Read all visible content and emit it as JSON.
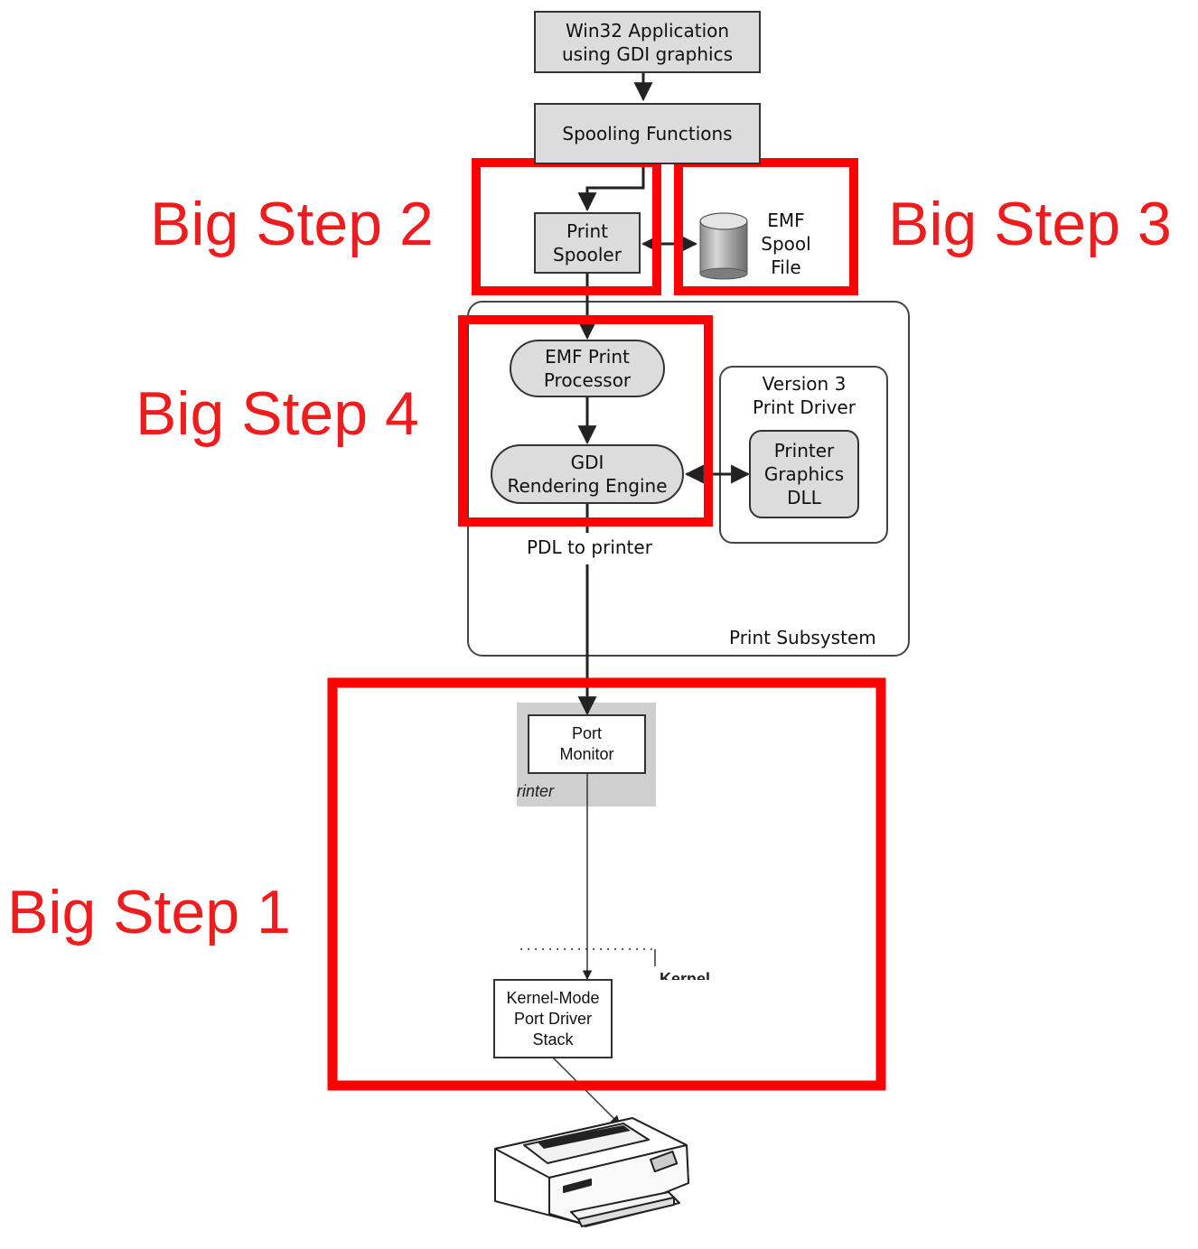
{
  "nodes": {
    "win32_app": "Win32 Application\nusing GDI graphics",
    "spooling_functions": "Spooling Functions",
    "print_spooler": "Print\nSpooler",
    "emf_spool_file": "EMF\nSpool\nFile",
    "emf_print_processor": "EMF Print\nProcessor",
    "gdi_rendering_engine": "GDI\nRendering Engine",
    "version3_print_driver": "Version 3\nPrint Driver",
    "printer_graphics_dll": "Printer\nGraphics\nDLL",
    "pdl_to_printer": "PDL to printer",
    "print_subsystem": "Print Subsystem",
    "port_monitor": "Port\nMonitor",
    "printer_fragment": "rinter",
    "kernel_fragment": "Kernel",
    "kernel_mode_port_driver_stack": "Kernel-Mode\nPort Driver\nStack"
  },
  "annotations": {
    "step1": "Big Step 1",
    "step2": "Big Step 2",
    "step3": "Big Step 3",
    "step4": "Big Step 4"
  },
  "icons": {
    "spool_file": "cylinder-icon",
    "printer": "printer-icon"
  },
  "colors": {
    "highlight": "#ff0000",
    "box_fill": "#dcdcdc",
    "stroke": "#333333"
  }
}
